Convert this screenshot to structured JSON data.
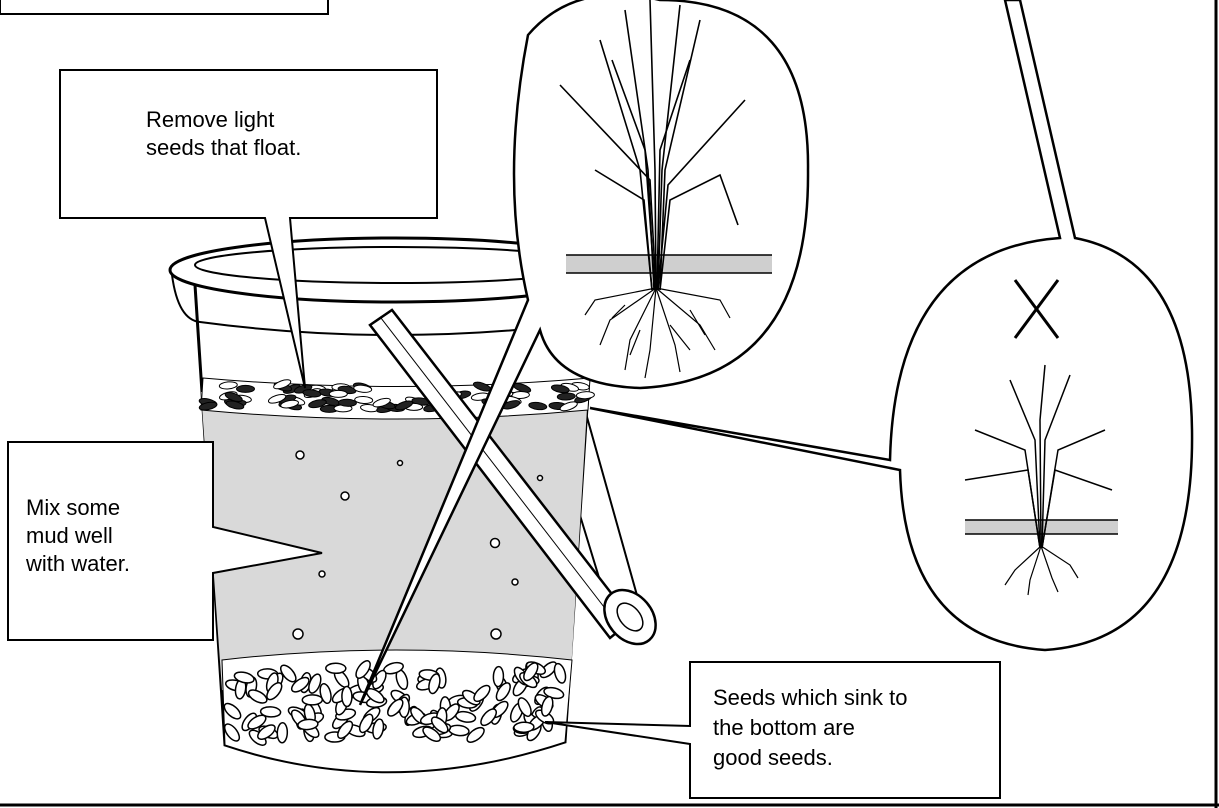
{
  "callouts": {
    "float": {
      "text": "Remove light\nseeds that float."
    },
    "mud": {
      "text": "Mix some\nmud well\nwith water."
    },
    "sink": {
      "text": "Seeds which sink to\nthe bottom are\ngood seeds."
    }
  },
  "comparison": {
    "bad_mark": "X"
  },
  "colors": {
    "water": "#d9d9d9",
    "ink": "#000000",
    "ground": "#cfcfcf"
  }
}
